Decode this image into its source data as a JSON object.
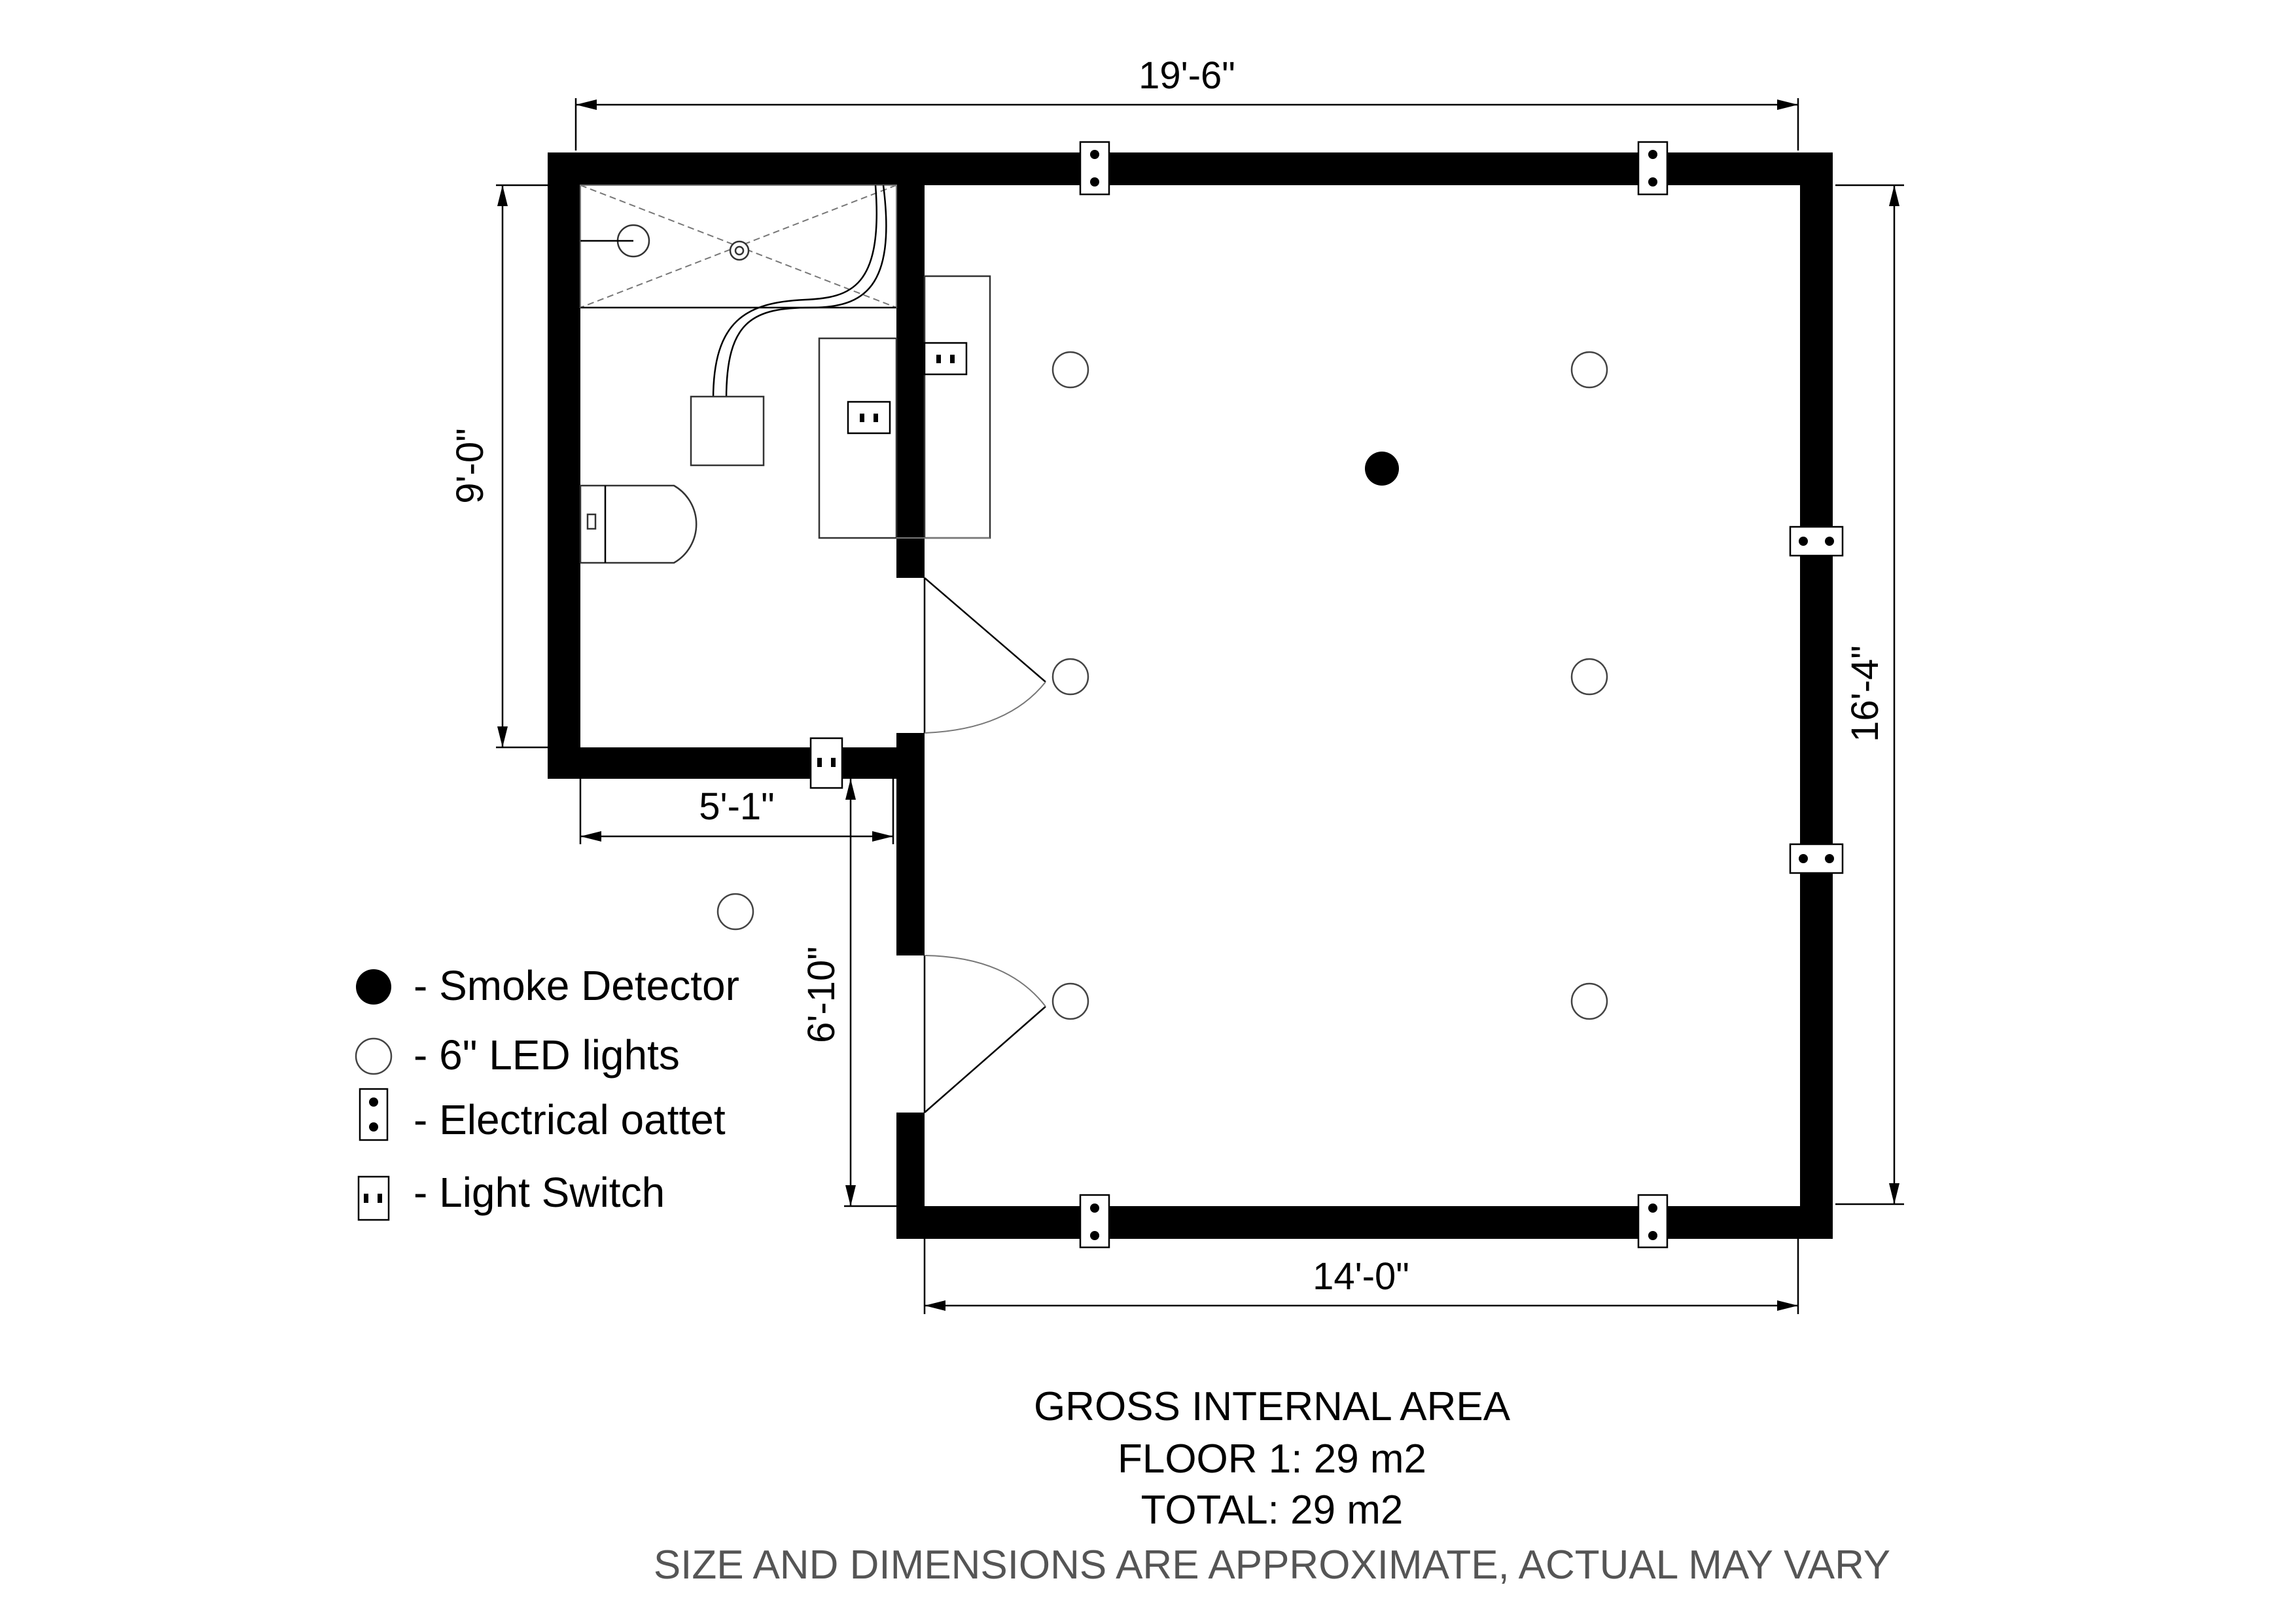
{
  "dimensions": {
    "overall_width": "19'-6\"",
    "overall_depth": "16'-4\"",
    "bathroom_depth": "9'-0\"",
    "bathroom_width": "5'-1\"",
    "lower_wall_length": "6'-10\"",
    "bottom_wall_length": "14'-0\""
  },
  "legend": {
    "smoke_detector": "- Smoke Detector",
    "led_lights": "- 6\" LED lights",
    "electrical_outlet": "- Electrical oattet",
    "light_switch": "- Light Switch"
  },
  "area_summary": {
    "heading": "GROSS INTERNAL AREA",
    "floor": "FLOOR 1: 29 m2",
    "total": "TOTAL: 29 m2",
    "disclaimer": "SIZE AND DIMENSIONS ARE APPROXIMATE, ACTUAL MAY VARY"
  },
  "colors": {
    "wall": "#000000",
    "background": "#ffffff",
    "disclaimer": "#555555"
  }
}
